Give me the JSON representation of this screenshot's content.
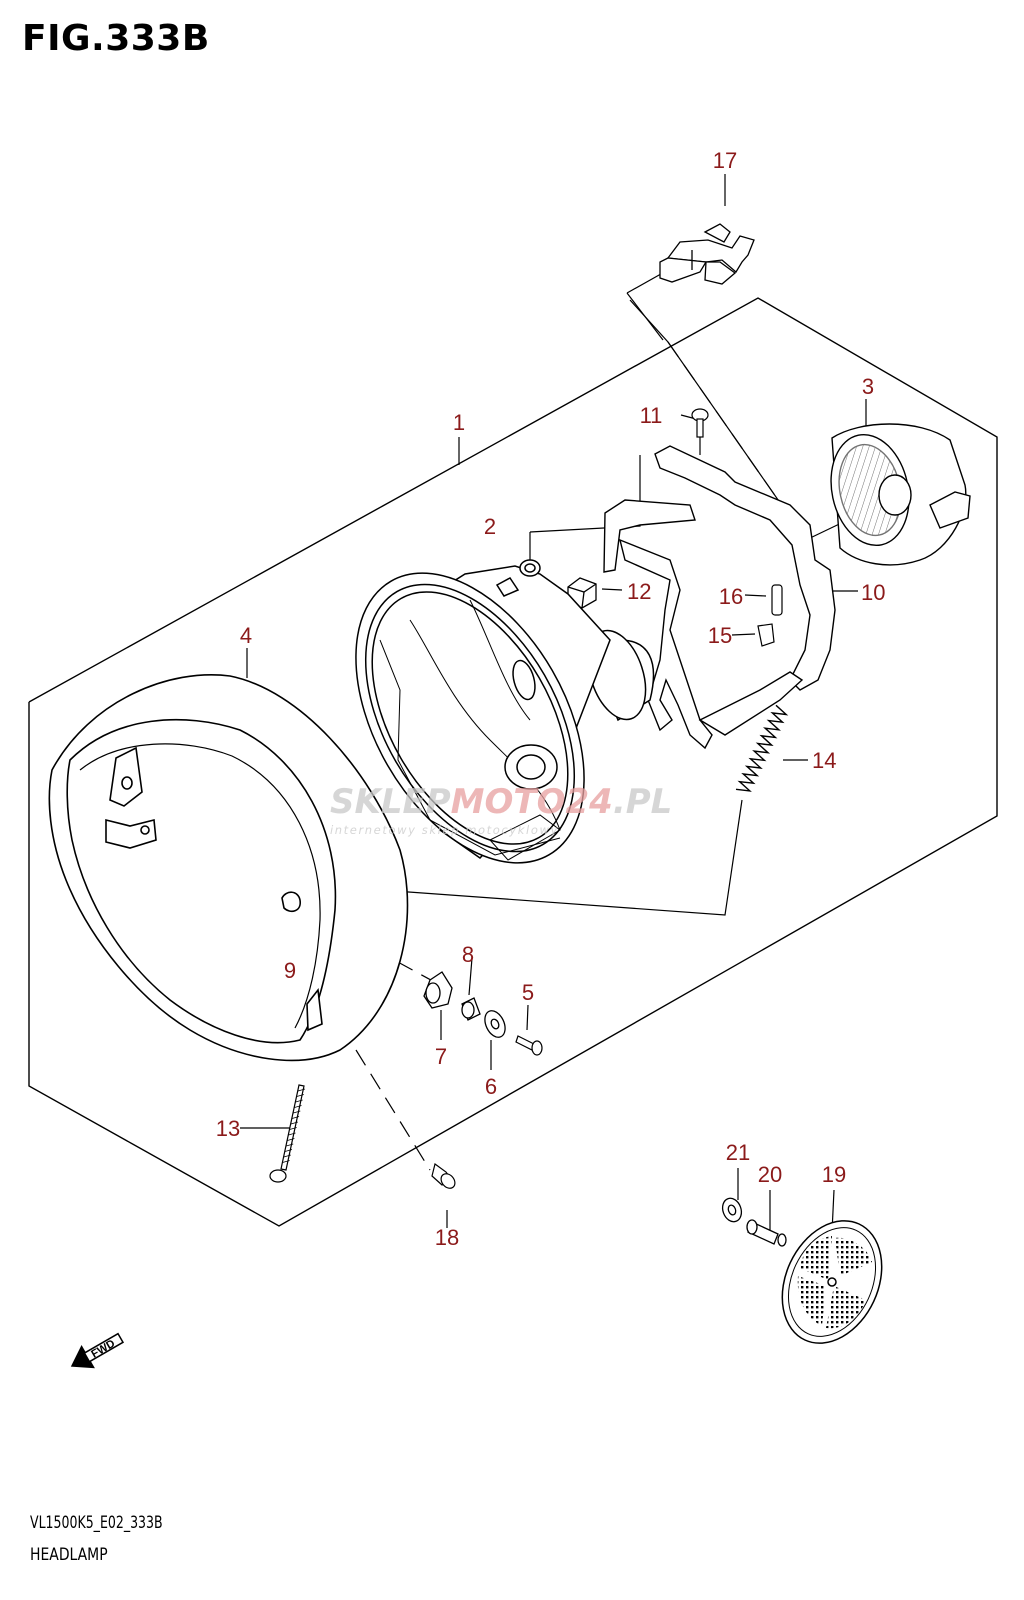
{
  "figure": {
    "title": "FIG.333B",
    "diagram_code": "VL1500K5_E02_333B",
    "name": "HEADLAMP"
  },
  "watermark": {
    "brand_prefix": "SKLEP",
    "brand_mid": "MOTO",
    "brand_suffix": "24",
    "brand_tld": ".PL",
    "tagline": "internetowy sklep motocyklowy"
  },
  "fwd_arrow_label": "FWD",
  "callouts": [
    {
      "number": "1",
      "part": "headlamp-assembly"
    },
    {
      "number": "2",
      "part": "headlamp-unit"
    },
    {
      "number": "3",
      "part": "socket-cover"
    },
    {
      "number": "4",
      "part": "headlamp-rim"
    },
    {
      "number": "5",
      "part": "screw"
    },
    {
      "number": "6",
      "part": "washer"
    },
    {
      "number": "7",
      "part": "cushion"
    },
    {
      "number": "8",
      "part": "collar"
    },
    {
      "number": "9",
      "part": "nut"
    },
    {
      "number": "10",
      "part": "bracket"
    },
    {
      "number": "11",
      "part": "screw"
    },
    {
      "number": "12",
      "part": "nut"
    },
    {
      "number": "13",
      "part": "adjusting-screw"
    },
    {
      "number": "14",
      "part": "spring"
    },
    {
      "number": "15",
      "part": "clamp"
    },
    {
      "number": "16",
      "part": "pin"
    },
    {
      "number": "17",
      "part": "bulb"
    },
    {
      "number": "18",
      "part": "screw"
    },
    {
      "number": "19",
      "part": "reflector"
    },
    {
      "number": "20",
      "part": "screw"
    },
    {
      "number": "21",
      "part": "washer"
    }
  ],
  "colors": {
    "line": "#000000",
    "callout": "#8b1a1a",
    "watermark_grey": "#c9c9c9",
    "watermark_red": "#e8a0a0"
  }
}
